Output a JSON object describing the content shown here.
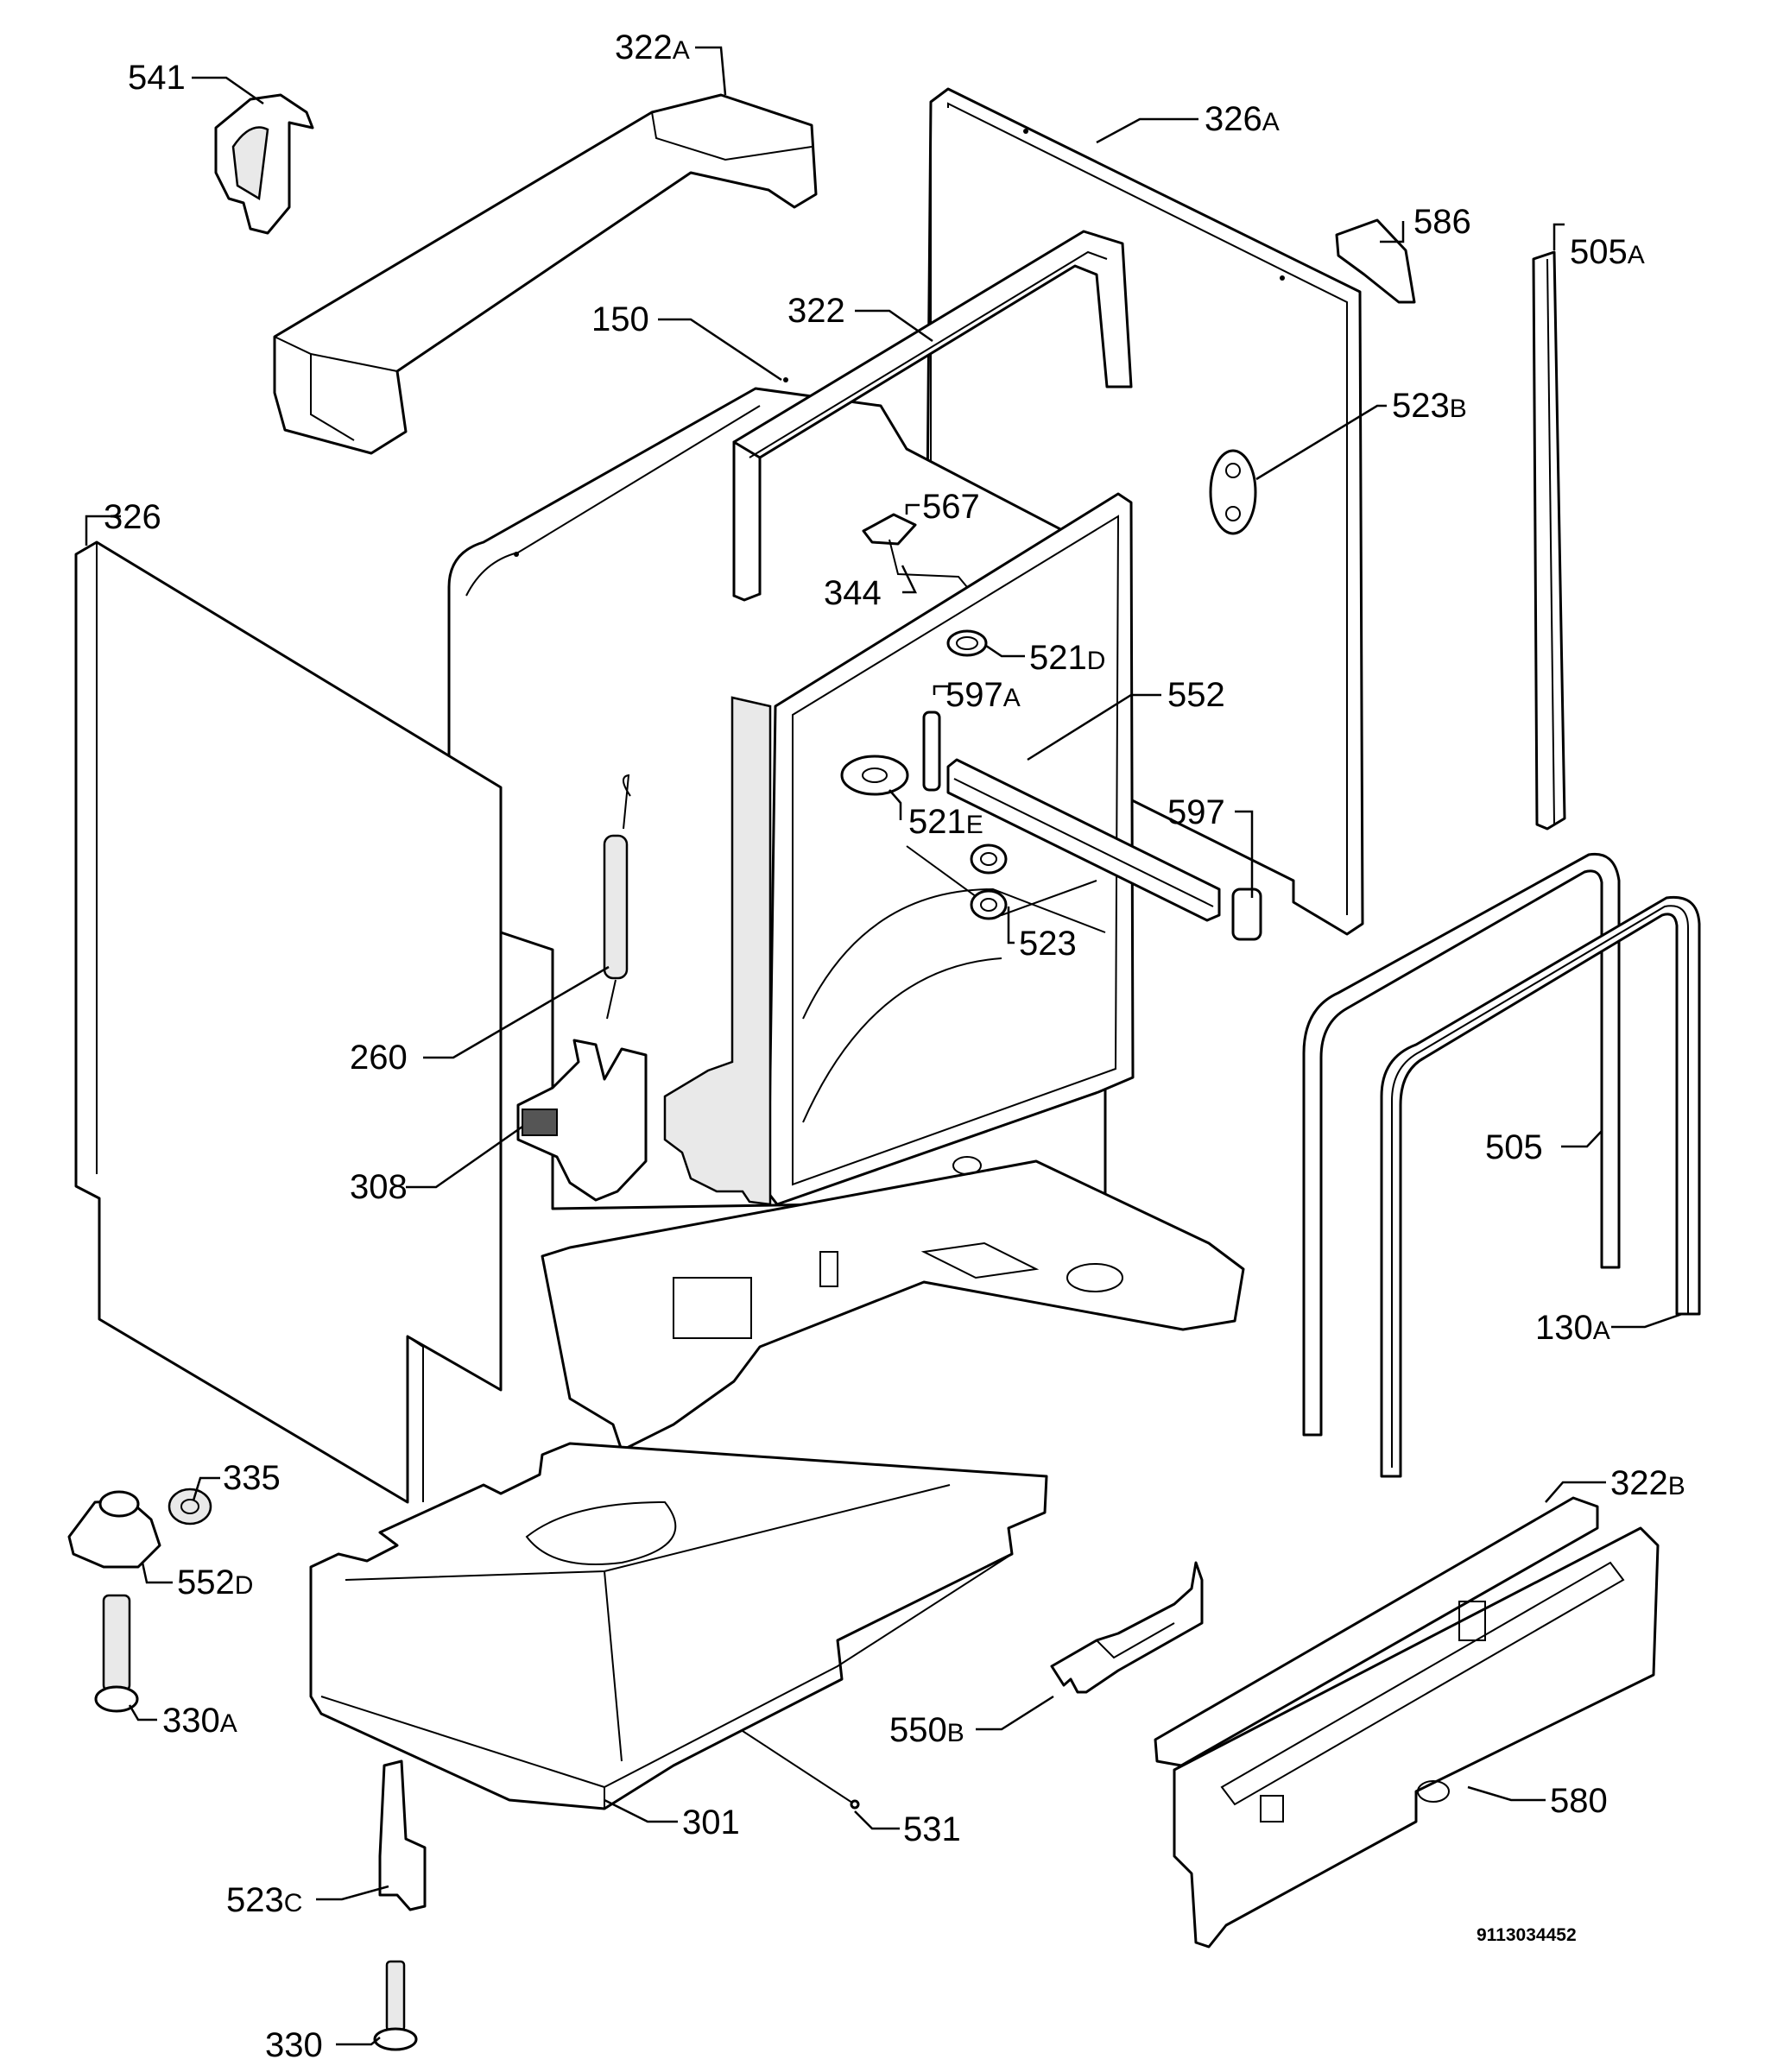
{
  "callouts": [
    {
      "id": "c541",
      "num": "541",
      "suffix": ""
    },
    {
      "id": "c322a",
      "num": "322",
      "suffix": "A"
    },
    {
      "id": "c326a",
      "num": "326",
      "suffix": "A"
    },
    {
      "id": "c586",
      "num": "586",
      "suffix": ""
    },
    {
      "id": "c505a",
      "num": "505",
      "suffix": "A"
    },
    {
      "id": "c150",
      "num": "150",
      "suffix": ""
    },
    {
      "id": "c322",
      "num": "322",
      "suffix": ""
    },
    {
      "id": "c523b",
      "num": "523",
      "suffix": "B"
    },
    {
      "id": "c326",
      "num": "326",
      "suffix": ""
    },
    {
      "id": "c567",
      "num": "567",
      "suffix": ""
    },
    {
      "id": "c344",
      "num": "344",
      "suffix": ""
    },
    {
      "id": "c521d",
      "num": "521",
      "suffix": "D"
    },
    {
      "id": "c597a",
      "num": "597",
      "suffix": "A"
    },
    {
      "id": "c552",
      "num": "552",
      "suffix": ""
    },
    {
      "id": "c521e",
      "num": "521",
      "suffix": "E"
    },
    {
      "id": "c597",
      "num": "597",
      "suffix": ""
    },
    {
      "id": "c523",
      "num": "523",
      "suffix": ""
    },
    {
      "id": "c260",
      "num": "260",
      "suffix": ""
    },
    {
      "id": "c308",
      "num": "308",
      "suffix": ""
    },
    {
      "id": "c505",
      "num": "505",
      "suffix": ""
    },
    {
      "id": "c130a",
      "num": "130",
      "suffix": "A"
    },
    {
      "id": "c335",
      "num": "335",
      "suffix": ""
    },
    {
      "id": "c552d",
      "num": "552",
      "suffix": "D"
    },
    {
      "id": "c322b",
      "num": "322",
      "suffix": "B"
    },
    {
      "id": "c330a",
      "num": "330",
      "suffix": "A"
    },
    {
      "id": "c550b",
      "num": "550",
      "suffix": "B"
    },
    {
      "id": "c580",
      "num": "580",
      "suffix": ""
    },
    {
      "id": "c301",
      "num": "301",
      "suffix": ""
    },
    {
      "id": "c531",
      "num": "531",
      "suffix": ""
    },
    {
      "id": "c523c",
      "num": "523",
      "suffix": "C"
    },
    {
      "id": "c330",
      "num": "330",
      "suffix": ""
    }
  ],
  "document_number": "9113034452"
}
